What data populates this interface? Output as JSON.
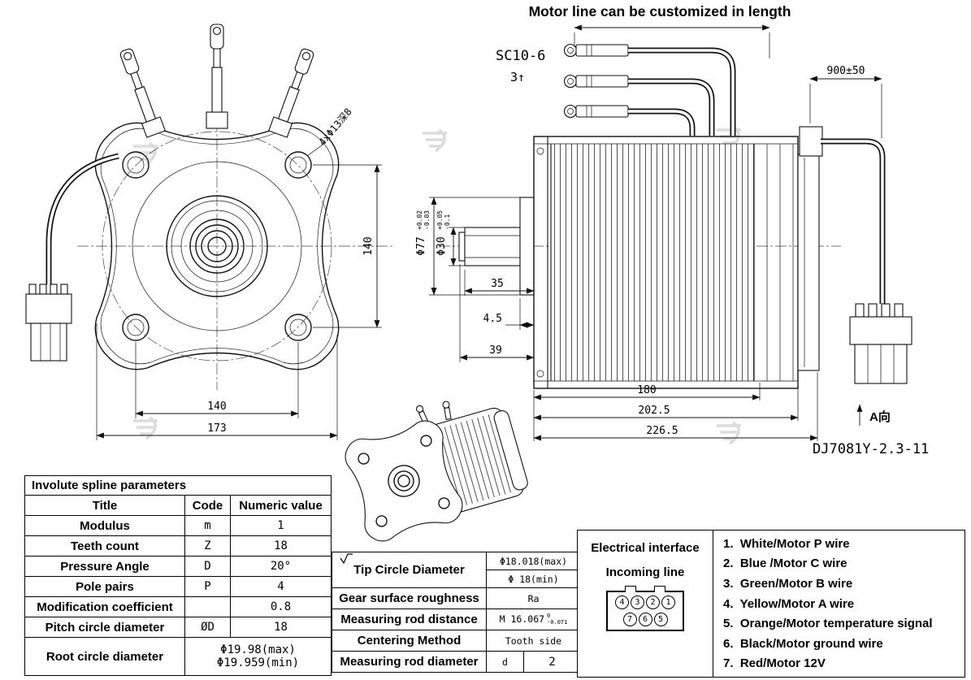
{
  "title": "Motor line can be customized in length",
  "front_view": {
    "dim_height": "140",
    "dim_hole_pitch": "140",
    "dim_width": "173",
    "hole_note": "4xΦ13深8"
  },
  "side_view": {
    "lug_spec": "SC10-6",
    "lug_count": "3↑",
    "dim_shaft_len": "35",
    "dim_spigot": "4.5",
    "dim_total_shaft": "39",
    "dim_fin_len": "180",
    "dim_body_len": "202.5",
    "dim_total_len": "226.5",
    "dim_wire_len": "900±50",
    "phi77": {
      "main": "Φ77",
      "upper": "+0.02",
      "lower": "-0.03"
    },
    "phi30": {
      "main": "Φ30",
      "upper": "+0.05",
      "lower": "-0.1"
    },
    "connector_label": "DJ7081Y-2.3-11",
    "view_dir": "A向"
  },
  "spline_table": {
    "caption": "Involute spline parameters",
    "headers": [
      "Title",
      "Code",
      "Numeric value"
    ],
    "rows": [
      {
        "title": "Modulus",
        "code": "m",
        "value": "1"
      },
      {
        "title": "Teeth count",
        "code": "Z",
        "value": "18"
      },
      {
        "title": "Pressure Angle",
        "code": "D",
        "value": "20°"
      },
      {
        "title": "Pole pairs",
        "code": "P",
        "value": "4"
      },
      {
        "title": "Modification coefficient",
        "code": "",
        "value": "0.8"
      },
      {
        "title": "Pitch circle diameter",
        "code": "ØD",
        "value": "18"
      },
      {
        "title": "Root circle diameter",
        "code": "",
        "value_max": "Φ19.98(max)",
        "value_min": "Φ19.959(min)"
      }
    ]
  },
  "measure_table": {
    "tip_label": "Tip Circle Diameter",
    "tip_max": "Φ18.018(max)",
    "tip_min": "Φ 18(min)",
    "roughness_label": "Gear surface roughness",
    "roughness_value": "Ra",
    "rod_distance_label": "Measuring rod distance",
    "rod_distance_value": "M 16.067",
    "rod_distance_upper": "0",
    "rod_distance_lower": "-0.071",
    "centering_label": "Centering Method",
    "centering_value": "Tooth side",
    "rod_dia_label": "Measuring rod diameter",
    "rod_dia_code": "d",
    "rod_dia_value": "2"
  },
  "electrical": {
    "title": "Electrical interface",
    "subtitle": "Incoming line",
    "pins_top": [
      "4",
      "3",
      "2",
      "1"
    ],
    "pins_bottom": [
      "7",
      "6",
      "5"
    ],
    "wires": [
      "1.  White/Motor P wire",
      "2.  Blue /Motor C wire",
      "3.  Green/Motor B wire",
      "4.  Yellow/Motor A wire",
      "5.  Orange/Motor temperature signal",
      "6.  Black/Motor ground wire",
      "7.  Red/Motor 12V"
    ]
  }
}
